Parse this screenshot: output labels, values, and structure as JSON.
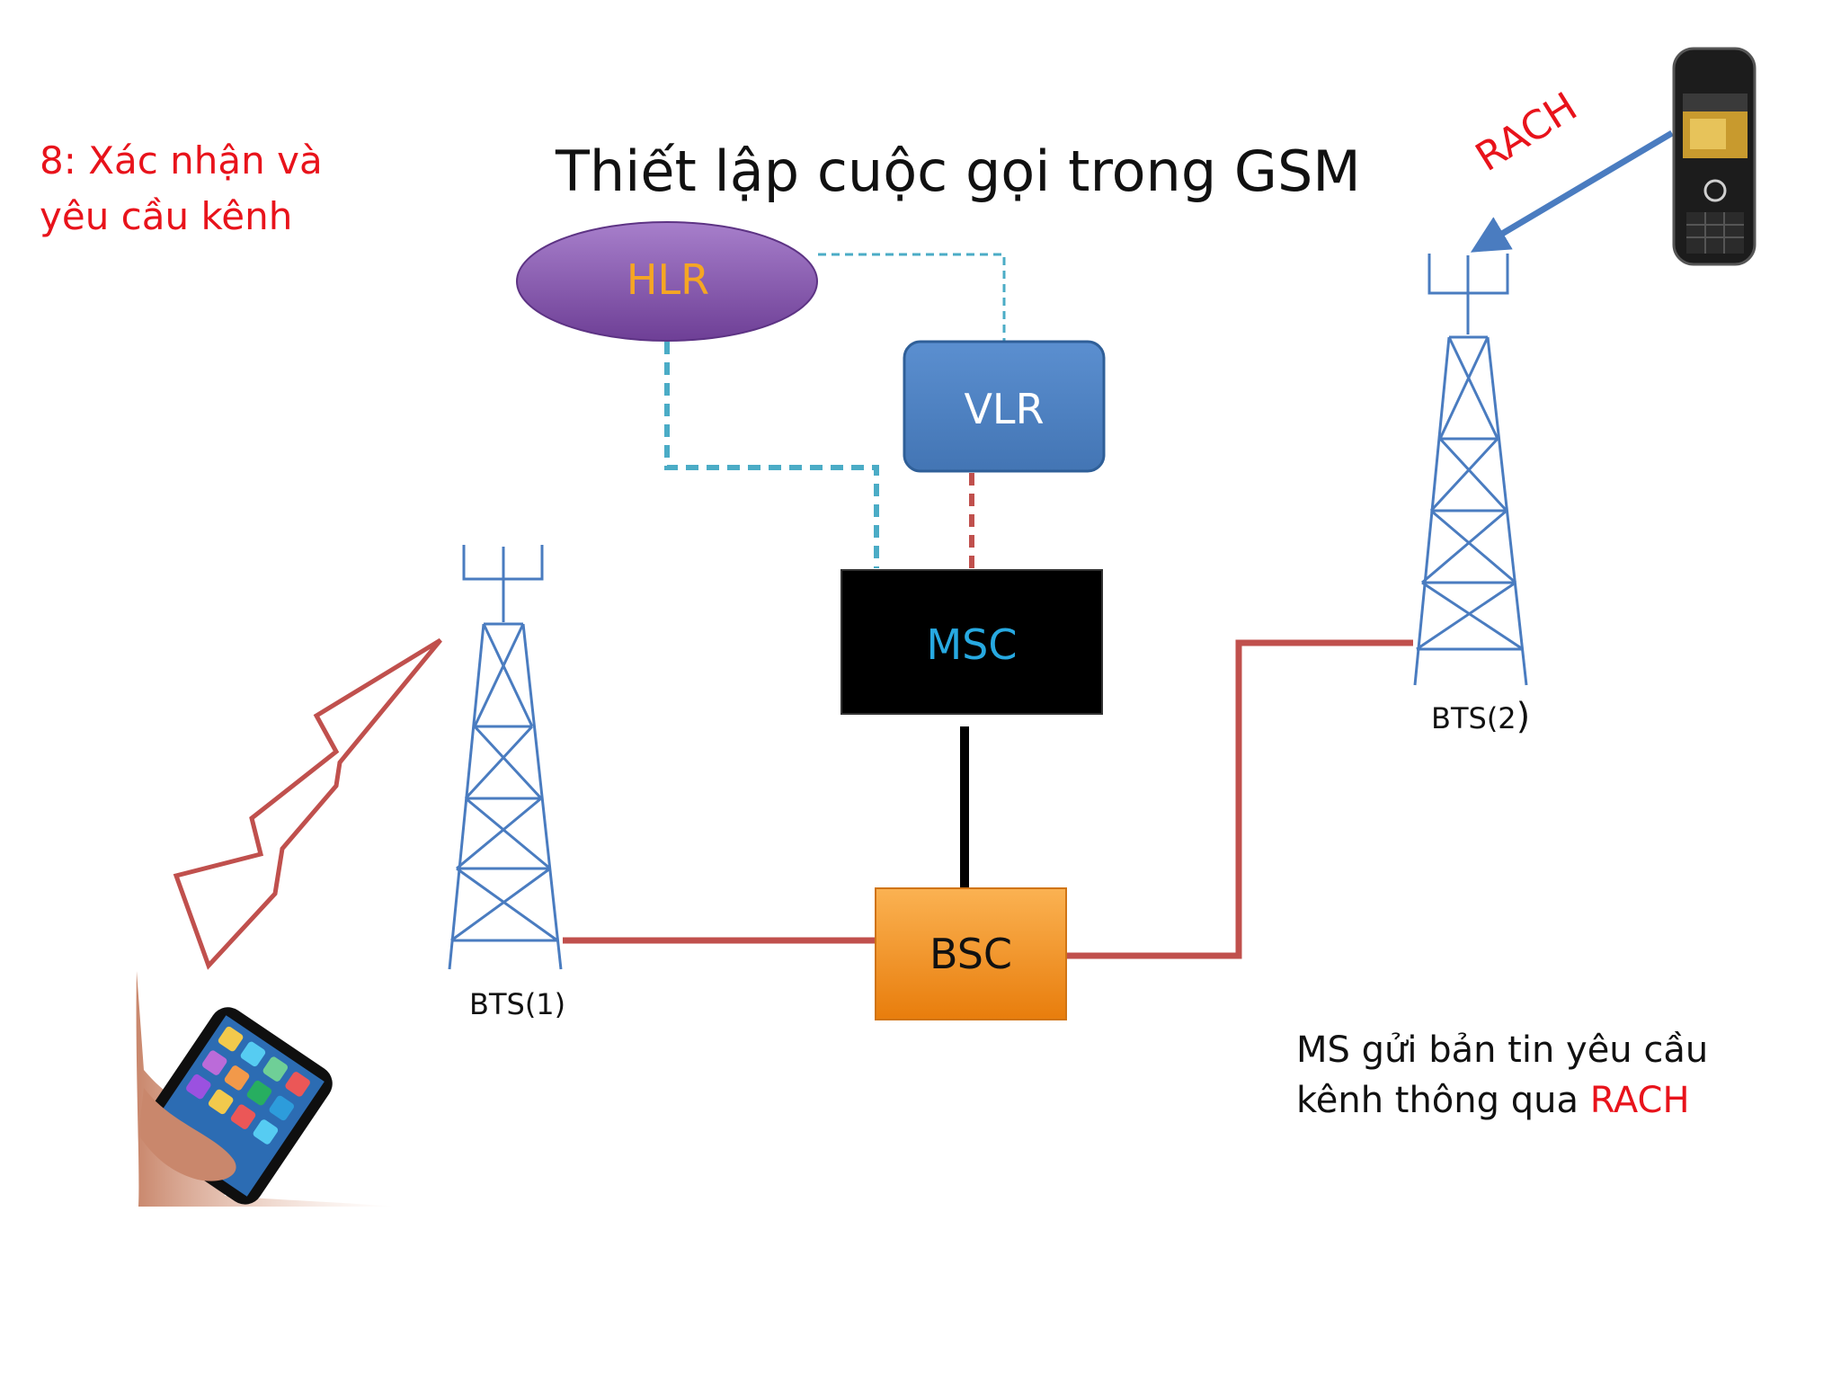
{
  "step_label": [
    "8: Xác nhận và",
    "yêu cầu kênh"
  ],
  "title": "Thiết lập cuộc gọi trong GSM",
  "nodes": {
    "hlr": "HLR",
    "vlr": "VLR",
    "msc": "MSC",
    "bsc": "BSC"
  },
  "bts1": "BTS(1)",
  "bts2": {
    "prefix": "BTS(2",
    "suffix": ")"
  },
  "rach_label": "RACH",
  "note": {
    "line1": "MS gửi bản tin yêu cầu",
    "line2_prefix": "kênh thông qua ",
    "line2_highlight": "RACH"
  },
  "colors": {
    "step_text": "#e8131b",
    "hlr_fill": "#8c5fb0",
    "hlr_text": "#f5a623",
    "vlr_fill": "#4f81bd",
    "msc_fill": "#000000",
    "msc_text": "#27a9e1",
    "bsc_fill": "#f7941d",
    "red_link": "#c0504d",
    "cyan_link": "#4bacc6",
    "tower": "#4a7cc0",
    "rach_arrow": "#4a7cc0"
  }
}
